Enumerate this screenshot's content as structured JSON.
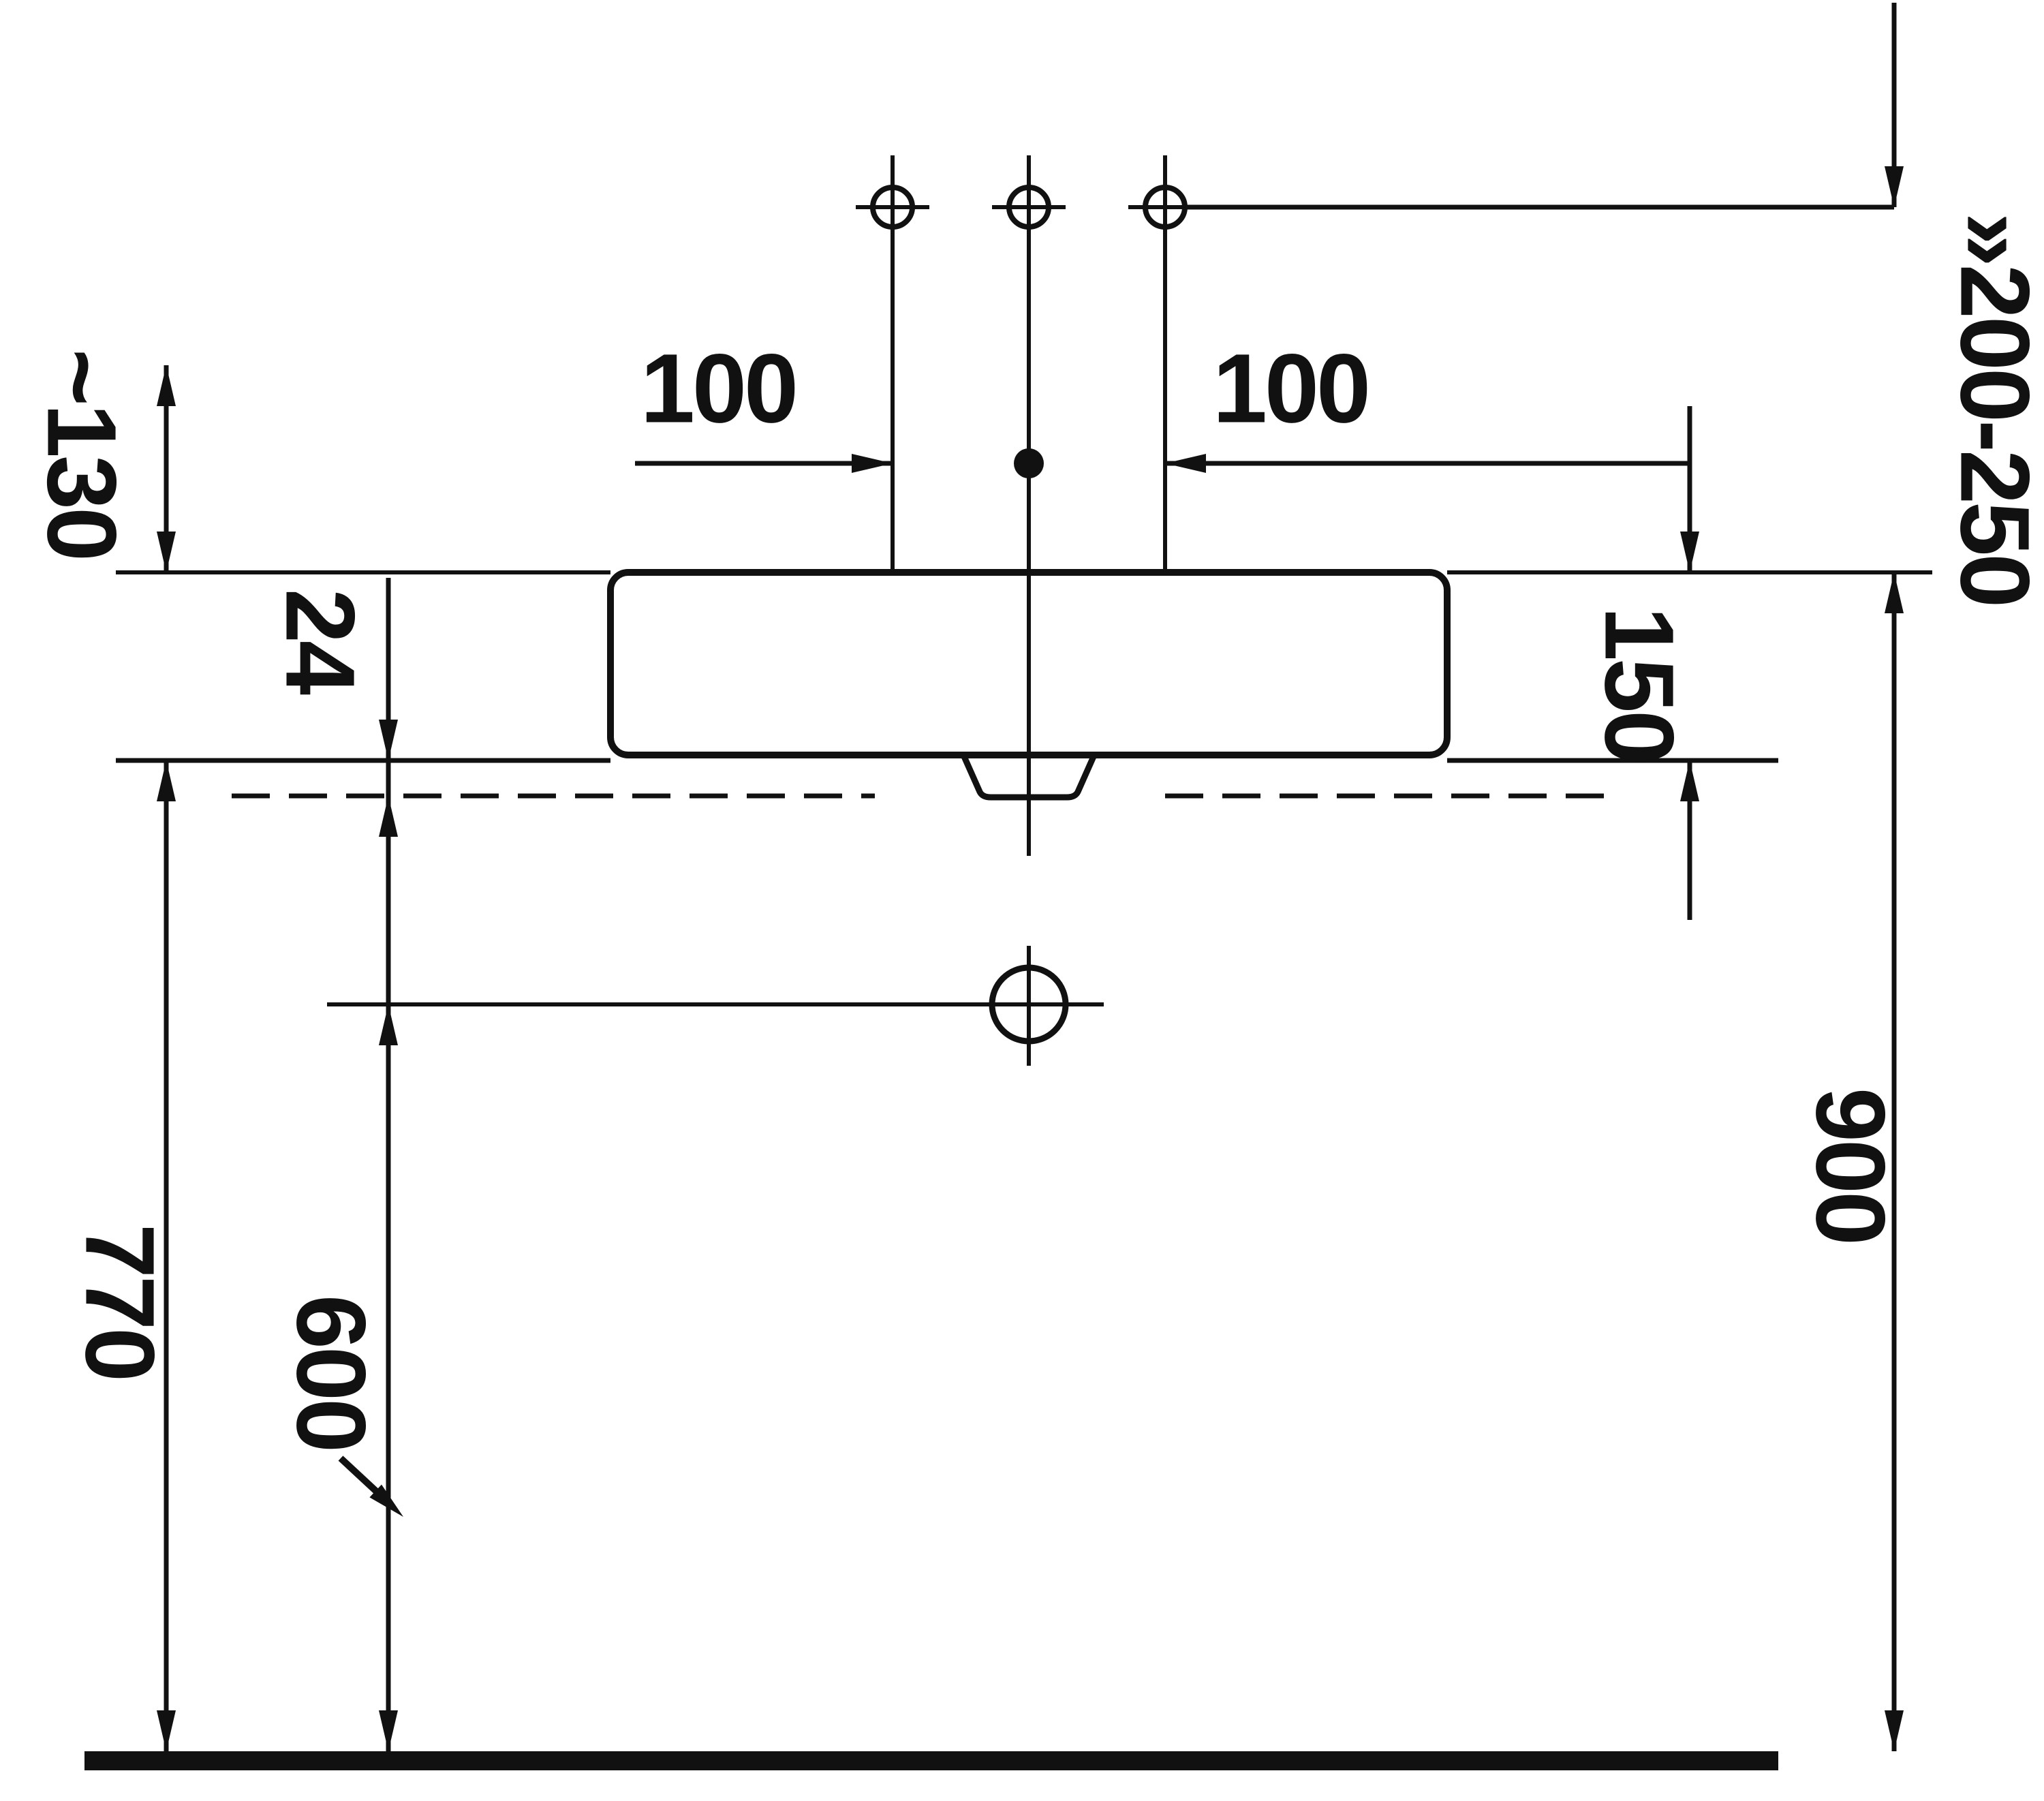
{
  "colors": {
    "ink": "#111111",
    "background": "#ffffff"
  },
  "labels": {
    "dim_130": "~130",
    "dim_24": "24",
    "dim_100_left": "100",
    "dim_100_right": "100",
    "dim_200_250": "»200-250",
    "dim_150": "150",
    "dim_770": "770",
    "dim_600": "600",
    "dim_900": "900"
  }
}
